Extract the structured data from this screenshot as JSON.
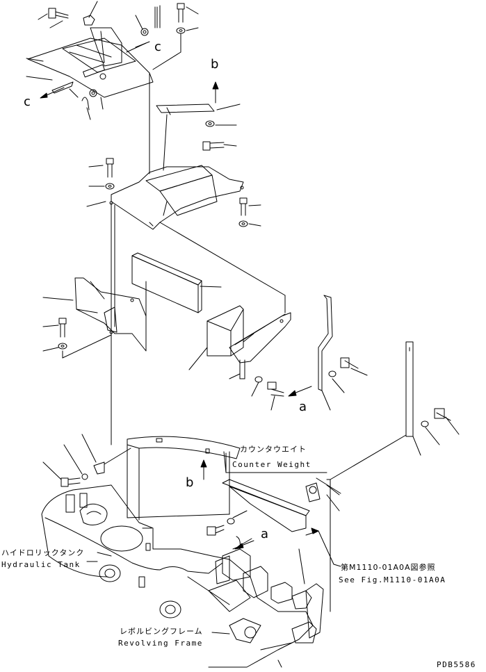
{
  "labels": {
    "view_b_top": "b",
    "view_b_bottom": "b",
    "view_c_right": "c",
    "view_c_left": "c",
    "view_a_mid": "a",
    "view_a_bottom": "a"
  },
  "callouts": {
    "counter_weight_jp": "カウンタウエイト",
    "counter_weight_en": "Counter Weight",
    "hydraulic_tank_jp": "ハイドロリックタンク",
    "hydraulic_tank_en": "Hydraulic Tank",
    "revolving_frame_jp": "レボルビングフレーム",
    "revolving_frame_en": "Revolving Frame",
    "see_fig_jp": "第M1110-01A0A図参照",
    "see_fig_en": "See Fig.M1110-01A0A"
  },
  "drawing_code": "PDB5586"
}
